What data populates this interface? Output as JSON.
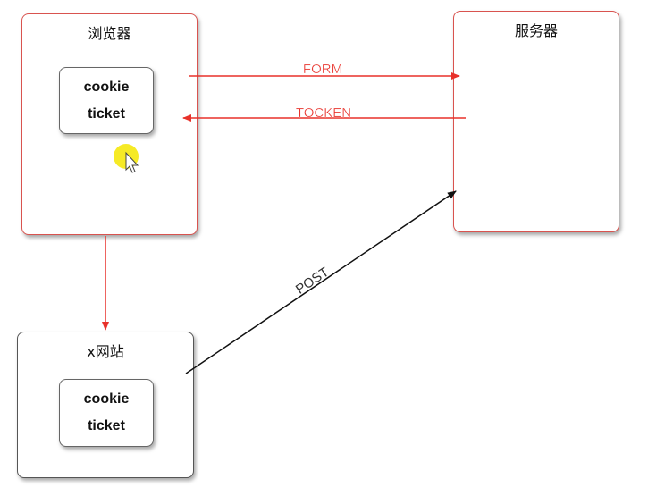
{
  "nodes": {
    "browser": {
      "title": "浏览器",
      "cookie_label": "cookie",
      "ticket_label": "ticket"
    },
    "server": {
      "title": "服务器"
    },
    "x_site": {
      "title": "x网站",
      "cookie_label": "cookie",
      "ticket_label": "ticket"
    }
  },
  "edges": {
    "form": {
      "label": "FORM",
      "color": "#e8312a"
    },
    "tocken": {
      "label": "TOCKEN",
      "color": "#e8312a"
    },
    "post": {
      "label": "POST",
      "color": "#111111"
    },
    "browser_to_xsite": {
      "color": "#e8312a"
    }
  },
  "colors": {
    "accent": "#e8312a",
    "cursor_highlight": "#f5e600"
  }
}
